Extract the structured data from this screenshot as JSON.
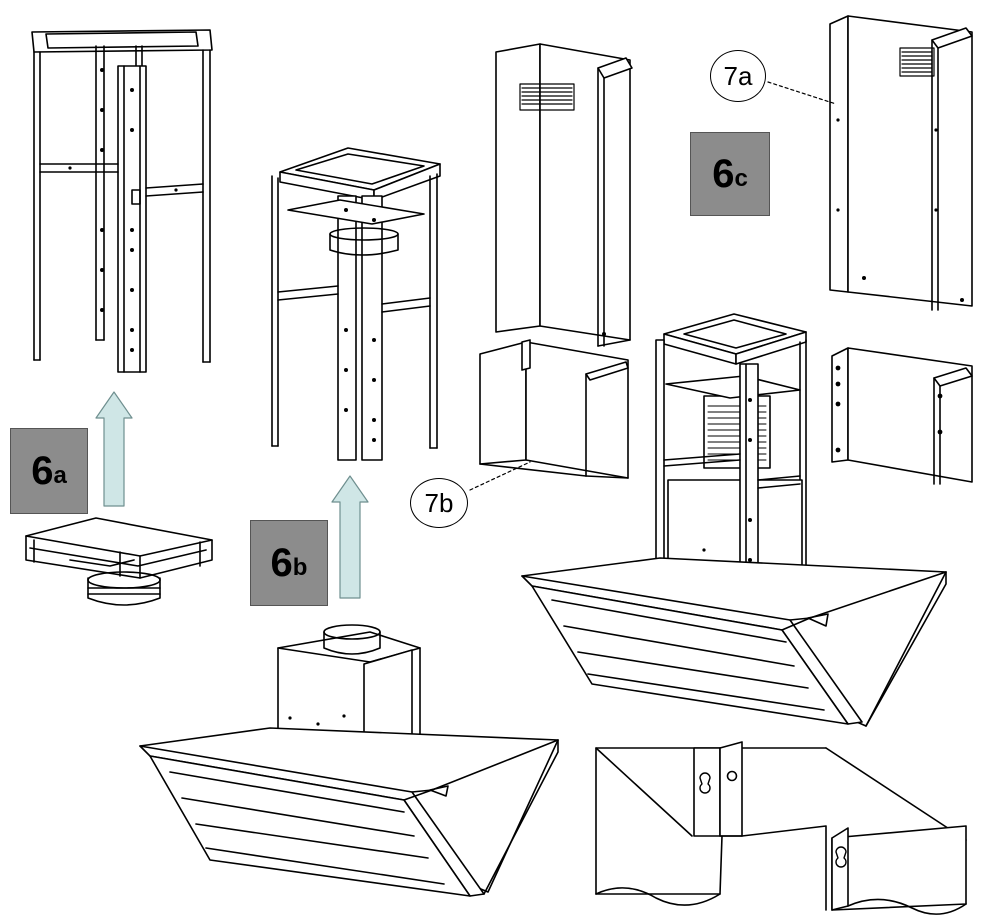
{
  "steps": {
    "step_6a": {
      "number": "6",
      "letter": "a"
    },
    "step_6b": {
      "number": "6",
      "letter": "b"
    },
    "step_6c": {
      "number": "6",
      "letter": "c"
    }
  },
  "callouts": {
    "callout_7a": "7a",
    "callout_7b": "7b"
  },
  "colors": {
    "label_box": "#8c8c8c",
    "arrow_fill": "#cfe6e6",
    "line": "#000000"
  }
}
